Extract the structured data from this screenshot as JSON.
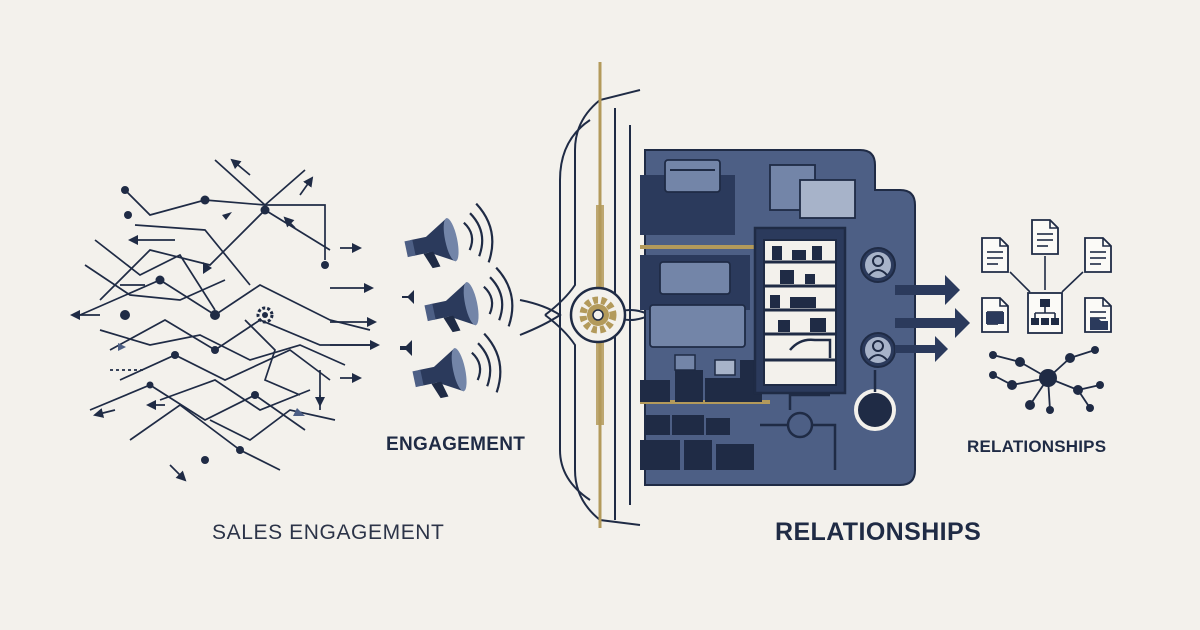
{
  "colors": {
    "background": "#f3f1ec",
    "ink": "#1f2b45",
    "navy": "#2b3a5c",
    "slate": "#4d5f85",
    "steel": "#7385a8",
    "light_steel": "#a7b3c9",
    "gold": "#b39a5b"
  },
  "labels": {
    "engagement": "ENGAGEMENT",
    "relationships_small": "RELATIONSHIPS",
    "sales_engagement": "SALES ENGAGEMENT",
    "relationships_large": "RELATIONSHIPS"
  },
  "icons": [
    "network-lines-icon",
    "gear-icon",
    "megaphone-icon",
    "filing-cabinet-icon",
    "shelving-unit-icon",
    "user-avatar-icon",
    "document-icon",
    "org-chart-icon",
    "folder-icon",
    "network-graph-icon"
  ]
}
